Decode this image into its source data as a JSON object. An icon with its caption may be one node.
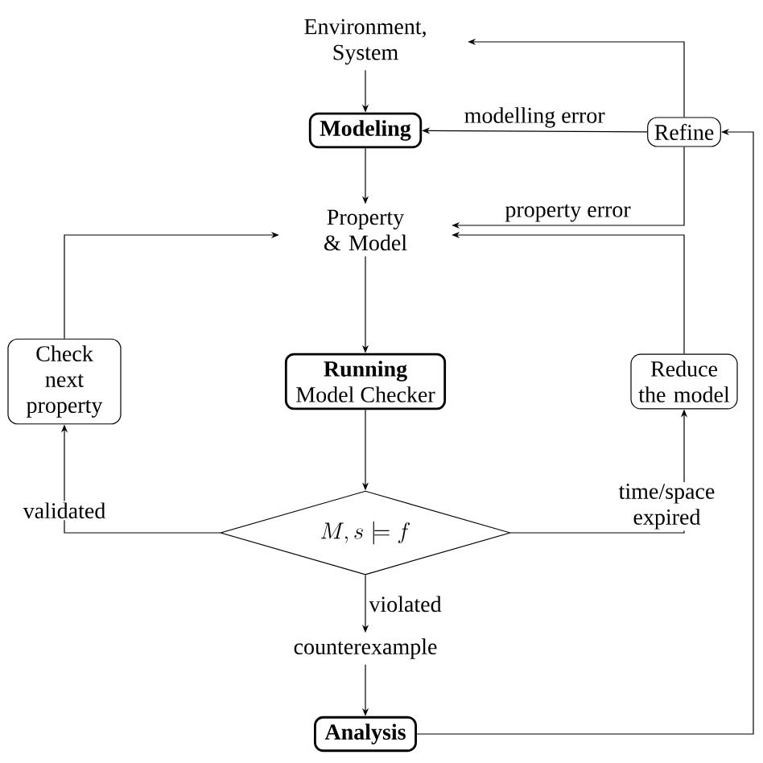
{
  "diagram": {
    "nodes": [
      {
        "text": [
          "Environment, System"
        ]
      },
      {
        "text": [
          "Modeling"
        ]
      },
      {
        "text": [
          "Refine"
        ]
      },
      {
        "text": [
          "Property & Model"
        ]
      },
      {
        "text": [
          "Check next property"
        ]
      },
      {
        "text": [
          "Running",
          "Model Checker"
        ]
      },
      {
        "text": [
          "Reduce the model"
        ]
      },
      {
        "text": [
          "M, s \\models f"
        ]
      },
      {
        "text": [
          "counterexample"
        ]
      },
      {
        "text": [
          "Analysis"
        ]
      }
    ],
    "edges": [
      {
        "from": 0,
        "to": 1,
        "arrow": "to"
      },
      {
        "from": 1,
        "to": 3,
        "arrow": "to"
      },
      {
        "from": 2,
        "to": 1,
        "arrow": "to",
        "label": "modelling error"
      },
      {
        "from": 2,
        "to": 0,
        "arrow": "to"
      },
      {
        "from": 2,
        "to": 3,
        "arrow": "to",
        "label": "property error"
      },
      {
        "from": 4,
        "to": 3,
        "arrow": "to"
      },
      {
        "from": 6,
        "to": 3,
        "arrow": "to"
      },
      {
        "from": 3,
        "to": 5,
        "arrow": "to"
      },
      {
        "from": 5,
        "to": 7,
        "arrow": "to"
      },
      {
        "from": 7,
        "to": 4,
        "arrow": "to",
        "label": "validated"
      },
      {
        "from": 7,
        "to": 6,
        "arrow": "to",
        "label": "time/space expired"
      },
      {
        "from": 7,
        "to": 8,
        "arrow": "to",
        "label": "violated"
      },
      {
        "from": 8,
        "to": 9,
        "arrow": "to"
      },
      {
        "from": 9,
        "to": 2,
        "arrow": "to"
      }
    ]
  }
}
